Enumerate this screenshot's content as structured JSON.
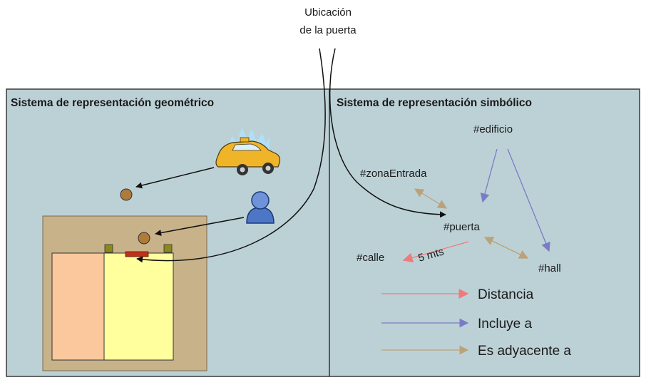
{
  "header": {
    "line1": "Ubicación",
    "line2": "de la puerta"
  },
  "left_panel": {
    "title": "Sistema de representación geométrico"
  },
  "right_panel": {
    "title": "Sistema de representación simbólico",
    "nodes": {
      "edificio": "#edificio",
      "zona": "#zonaEntrada",
      "puerta": "#puerta",
      "calle": "#calle",
      "hall": "#hall"
    },
    "distance_label": "5 mts"
  },
  "legend": [
    {
      "label": "Distancia",
      "color": "#f07a7a"
    },
    {
      "label": "Incluye a",
      "color": "#7b7bc6"
    },
    {
      "label": "Es adyacente a",
      "color": "#bba27a"
    }
  ],
  "colors": {
    "panel_bg": "#bcd1d6",
    "building": "#c8b28a",
    "room_orange": "#fbc89e",
    "room_yellow": "#ffff9e",
    "taxi": "#f0b429",
    "person": "#4e76c6"
  }
}
